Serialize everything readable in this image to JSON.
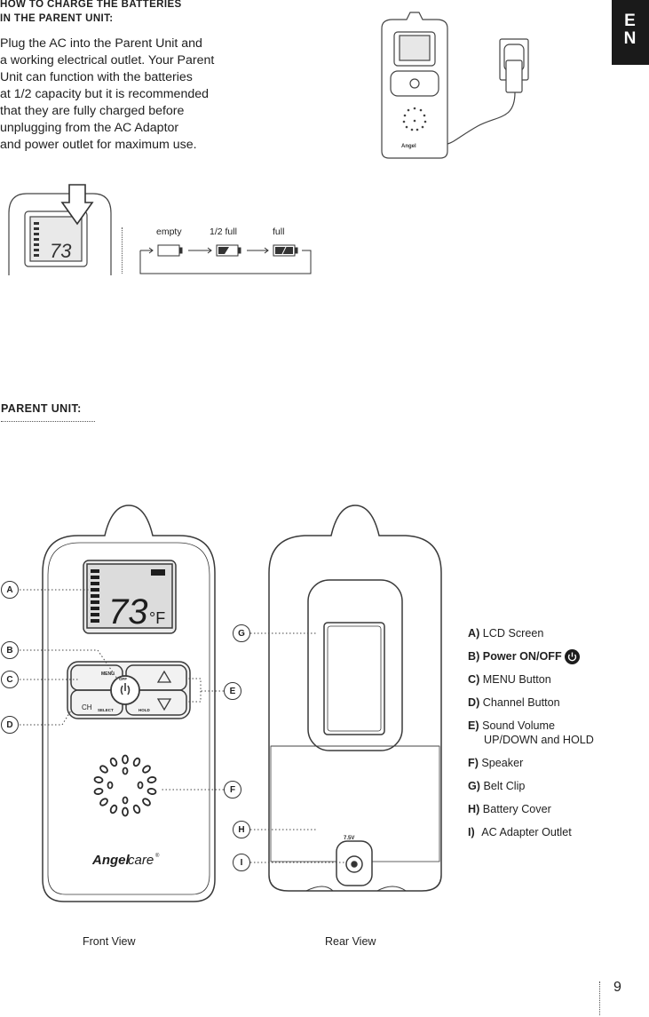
{
  "charge_section": {
    "title_line1": "HOW TO CHARGE THE BATTERIES",
    "title_line2": "IN THE PARENT UNIT:",
    "body_lines": [
      "Plug the AC into the Parent Unit and",
      "a working electrical outlet. Your Parent",
      "Unit can function with the batteries",
      "at 1/2 capacity but it is recommended",
      "that they are fully charged before",
      "unplugging from the AC Adaptor",
      "and power outlet for maximum use."
    ]
  },
  "language_tab": {
    "line1": "E",
    "line2": "N"
  },
  "battery_states": {
    "empty": "empty",
    "half": "1/2 full",
    "full": "full"
  },
  "lcd": {
    "temperature": "73",
    "unit": "°F"
  },
  "parent_unit_section": {
    "title": "PARENT UNIT:"
  },
  "callouts": {
    "a": "A",
    "b": "B",
    "c": "C",
    "d": "D",
    "e": "E",
    "f": "F",
    "g": "G",
    "h": "H",
    "i": "I"
  },
  "device": {
    "brand_bold": "Angel",
    "brand_light": "care",
    "brand_mark": "®",
    "menu_label": "MENU",
    "select_label": "SELECT",
    "hold_label": "HOLD",
    "off_label": "OFF",
    "ch_label": "CH",
    "voltage_label": "7.5V"
  },
  "legend": [
    {
      "letter": "A)",
      "text": "LCD Screen",
      "bold": false
    },
    {
      "letter": "B)",
      "text": "Power ON/OFF",
      "bold": true
    },
    {
      "letter": "C)",
      "text": "MENU Button",
      "bold": false
    },
    {
      "letter": "D)",
      "text": "Channel Button",
      "bold": false
    },
    {
      "letter": "E)",
      "text": "Sound Volume",
      "text2": "UP/DOWN and HOLD",
      "bold": false
    },
    {
      "letter": "F)",
      "text": "Speaker",
      "bold": false
    },
    {
      "letter": "G)",
      "text": "Belt Clip",
      "bold": false
    },
    {
      "letter": "H)",
      "text": "Battery Cover",
      "bold": false
    },
    {
      "letter": "I)",
      "text": "AC Adapter Outlet",
      "bold": false
    }
  ],
  "captions": {
    "front": "Front View",
    "rear": "Rear View"
  },
  "page_number": "9"
}
